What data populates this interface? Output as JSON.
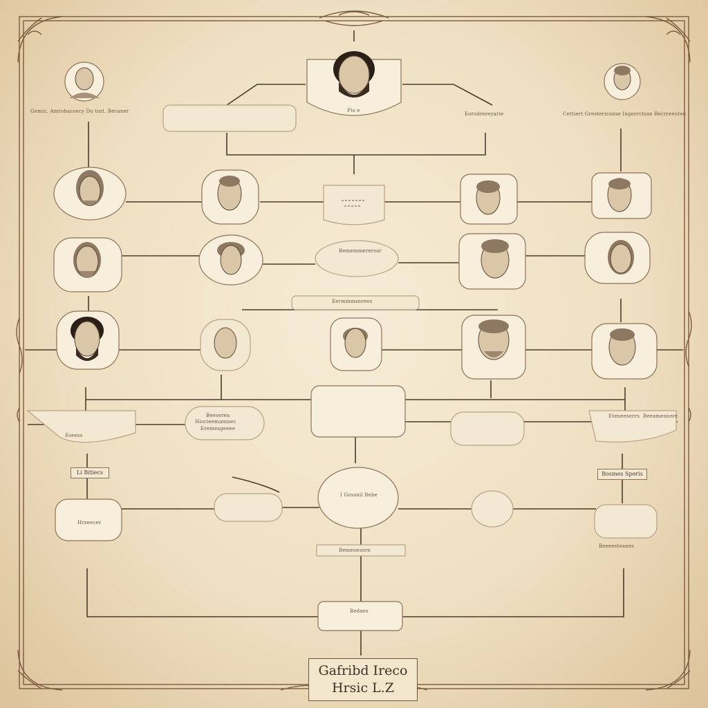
{
  "title": {
    "line1": "Gafribd Ireco",
    "line2": "Hrsic L.Z"
  },
  "labels": {
    "top_left": "Gemic. Amrobacoscy Do turi. Becaner",
    "top_center_left": "",
    "top_center_right": "Eorsdrereyarie",
    "top_right": "Cettiert Grestericonse Ingerrctose Becrreeutee",
    "mid_row3_center": "Bememmerersar",
    "mid_between": "Eermmmsnrees",
    "row4_left_a": "Beeserea",
    "row4_left_b": "Hiocieemamnec",
    "row4_left_c": "Eremesgeeee",
    "row5_left_box": "Eseess",
    "row5_right_a": "Eteneeserrs",
    "row5_right_b": "Beeamesnere",
    "tag_left": "Li Bitiecs",
    "tag_right": "Bosmes Speris",
    "center_oval": "I Gossnil Bebe",
    "center_lower": "Bemeoesorn",
    "bottom_box": "Bedaes",
    "right_lower_box": "Beeeesteanes",
    "bottom_left_strip": "Hrseecer",
    "top_portrait_caption": "Fts e"
  }
}
